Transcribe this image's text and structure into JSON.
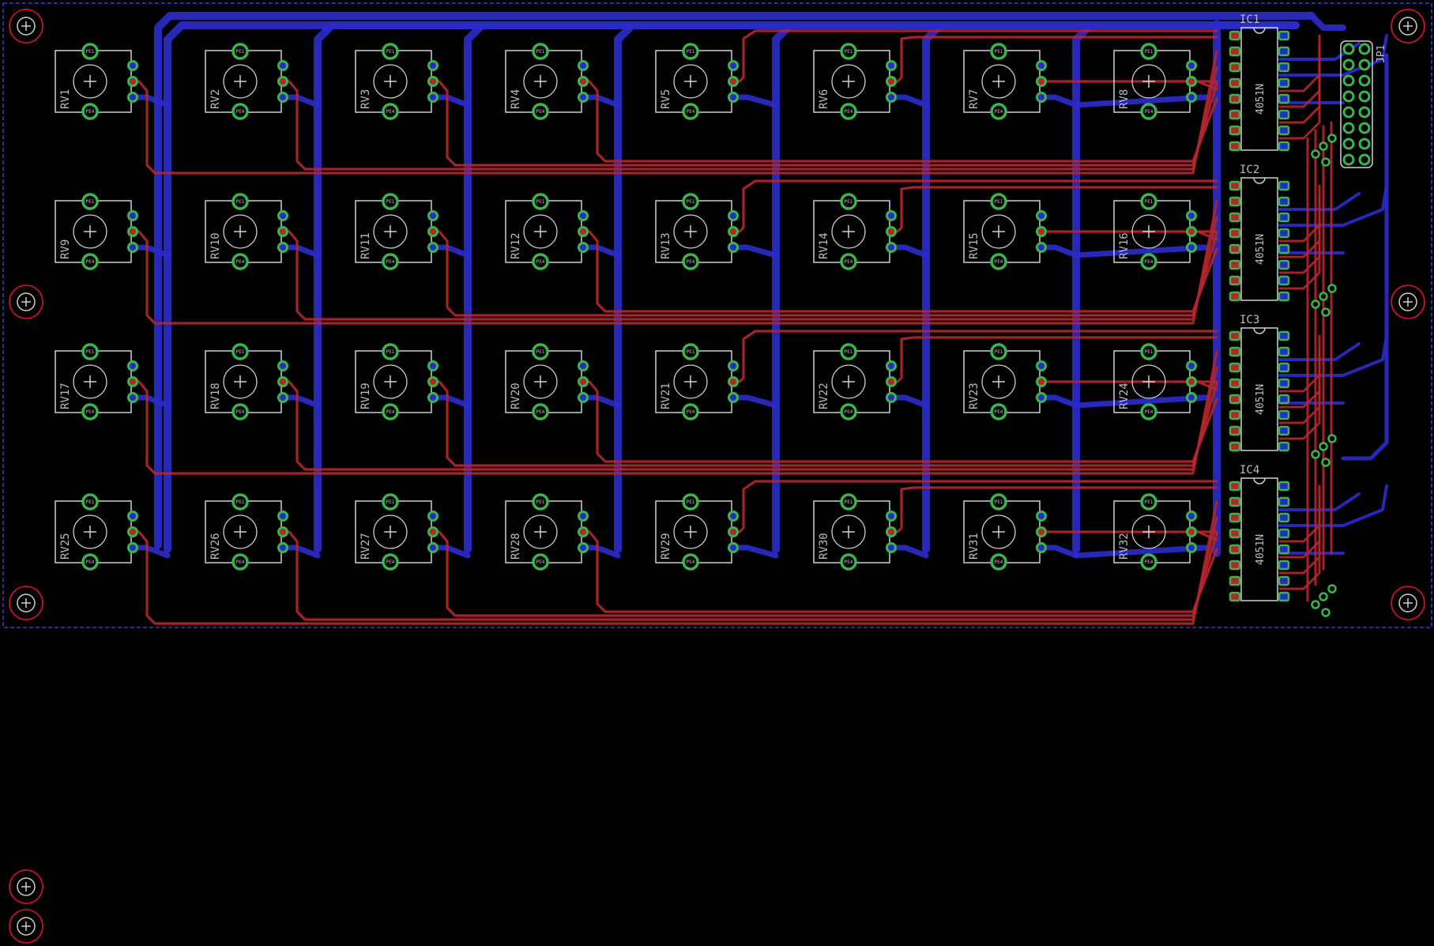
{
  "board": {
    "colors": {
      "background": "#000000",
      "top_copper": "#b3262b",
      "bottom_copper": "#2a2ac8",
      "pad": "#39b54a",
      "silkscreen": "#cfcfcf",
      "hole_ring": "#c8102e",
      "outline": "#3b3bd6"
    }
  },
  "pots": [
    {
      "label": "RV1"
    },
    {
      "label": "RV2"
    },
    {
      "label": "RV3"
    },
    {
      "label": "RV4"
    },
    {
      "label": "RV5"
    },
    {
      "label": "RV6"
    },
    {
      "label": "RV7"
    },
    {
      "label": "RV8"
    },
    {
      "label": "RV9"
    },
    {
      "label": "RV10"
    },
    {
      "label": "RV11"
    },
    {
      "label": "RV12"
    },
    {
      "label": "RV13"
    },
    {
      "label": "RV14"
    },
    {
      "label": "RV15"
    },
    {
      "label": "RV16"
    },
    {
      "label": "RV17"
    },
    {
      "label": "RV18"
    },
    {
      "label": "RV19"
    },
    {
      "label": "RV20"
    },
    {
      "label": "RV21"
    },
    {
      "label": "RV22"
    },
    {
      "label": "RV23"
    },
    {
      "label": "RV24"
    },
    {
      "label": "RV25"
    },
    {
      "label": "RV26"
    },
    {
      "label": "RV27"
    },
    {
      "label": "RV28"
    },
    {
      "label": "RV29"
    },
    {
      "label": "RV30"
    },
    {
      "label": "RV31"
    },
    {
      "label": "RV32"
    }
  ],
  "pot_pad_labels": {
    "top": "PE1",
    "bottom": "PE4"
  },
  "ics": [
    {
      "label": "IC1",
      "part": "4051N"
    },
    {
      "label": "IC2",
      "part": "4051N"
    },
    {
      "label": "IC3",
      "part": "4051N"
    },
    {
      "label": "IC4",
      "part": "4051N"
    }
  ],
  "connector": {
    "label": "JP1"
  }
}
